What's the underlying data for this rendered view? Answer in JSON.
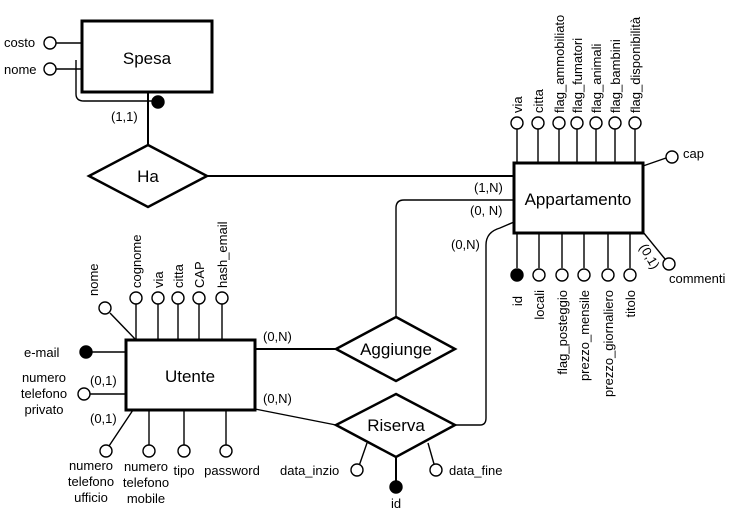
{
  "entities": {
    "spesa": {
      "name": "Spesa",
      "attributes": [
        "costo",
        "nome"
      ]
    },
    "appartamento": {
      "name": "Appartamento",
      "top_attributes": [
        "via",
        "citta",
        "flag_ammobiliato",
        "flag_fumatori",
        "flag_animali",
        "flag_bambini",
        "flag_disponibilità"
      ],
      "bottom_attributes": [
        "id",
        "locali",
        "flag_posteggio",
        "prezzo_mensile",
        "prezzo_giornaliero",
        "titolo"
      ],
      "side_attributes": [
        "cap",
        "commenti"
      ]
    },
    "utente": {
      "name": "Utente",
      "top_attributes": [
        "nome",
        "cognome",
        "via",
        "citta",
        "CAP",
        "hash_email"
      ],
      "left_attributes": [
        "e-mail",
        "numero telefono privato"
      ],
      "bottom_attributes": [
        "numero telefono ufficio",
        "numero telefono mobile",
        "tipo",
        "password"
      ]
    }
  },
  "relationships": {
    "ha": {
      "name": "Ha"
    },
    "aggiunge": {
      "name": "Aggiunge"
    },
    "riserva": {
      "name": "Riserva",
      "attributes": [
        "data_inzio",
        "data_fine",
        "id"
      ]
    }
  },
  "labels": {
    "costo": "costo",
    "nome": "nome",
    "card_spesa_ha": "(1,1)",
    "card_app_ha": "(1,N)",
    "card_app_aggiunge": "(0, N)",
    "card_app_riserva": "(0,N)",
    "card_commenti": "(0,1)",
    "card_utente_aggiunge": "(0,N)",
    "card_utente_riserva": "(0,N)",
    "card_tel_privato": "(0,1)",
    "card_tel_ufficio": "(0,1)",
    "app_via": "via",
    "app_citta": "citta",
    "app_flag_ammobiliato": "flag_ammobiliato",
    "app_flag_fumatori": "flag_fumatori",
    "app_flag_animali": "flag_animali",
    "app_flag_bambini": "flag_bambini",
    "app_flag_disponibilita": "flag_disponibilità",
    "app_cap": "cap",
    "app_commenti": "commenti",
    "app_id": "id",
    "app_locali": "locali",
    "app_flag_posteggio": "flag_posteggio",
    "app_prezzo_mensile": "prezzo_mensile",
    "app_prezzo_giornaliero": "prezzo_giornaliero",
    "app_titolo": "titolo",
    "ut_nome": "nome",
    "ut_cognome": "cognome",
    "ut_via": "via",
    "ut_citta": "citta",
    "ut_cap": "CAP",
    "ut_hash_email": "hash_email",
    "ut_email": "e-mail",
    "ut_tel_privato": [
      "numero",
      "telefono",
      "privato"
    ],
    "ut_tel_ufficio": [
      "numero",
      "telefono",
      "ufficio"
    ],
    "ut_tel_mobile": [
      "numero",
      "telefono",
      "mobile"
    ],
    "ut_tipo": "tipo",
    "ut_password": "password",
    "ris_data_inizio": "data_inzio",
    "ris_data_fine": "data_fine",
    "ris_id": "id"
  }
}
